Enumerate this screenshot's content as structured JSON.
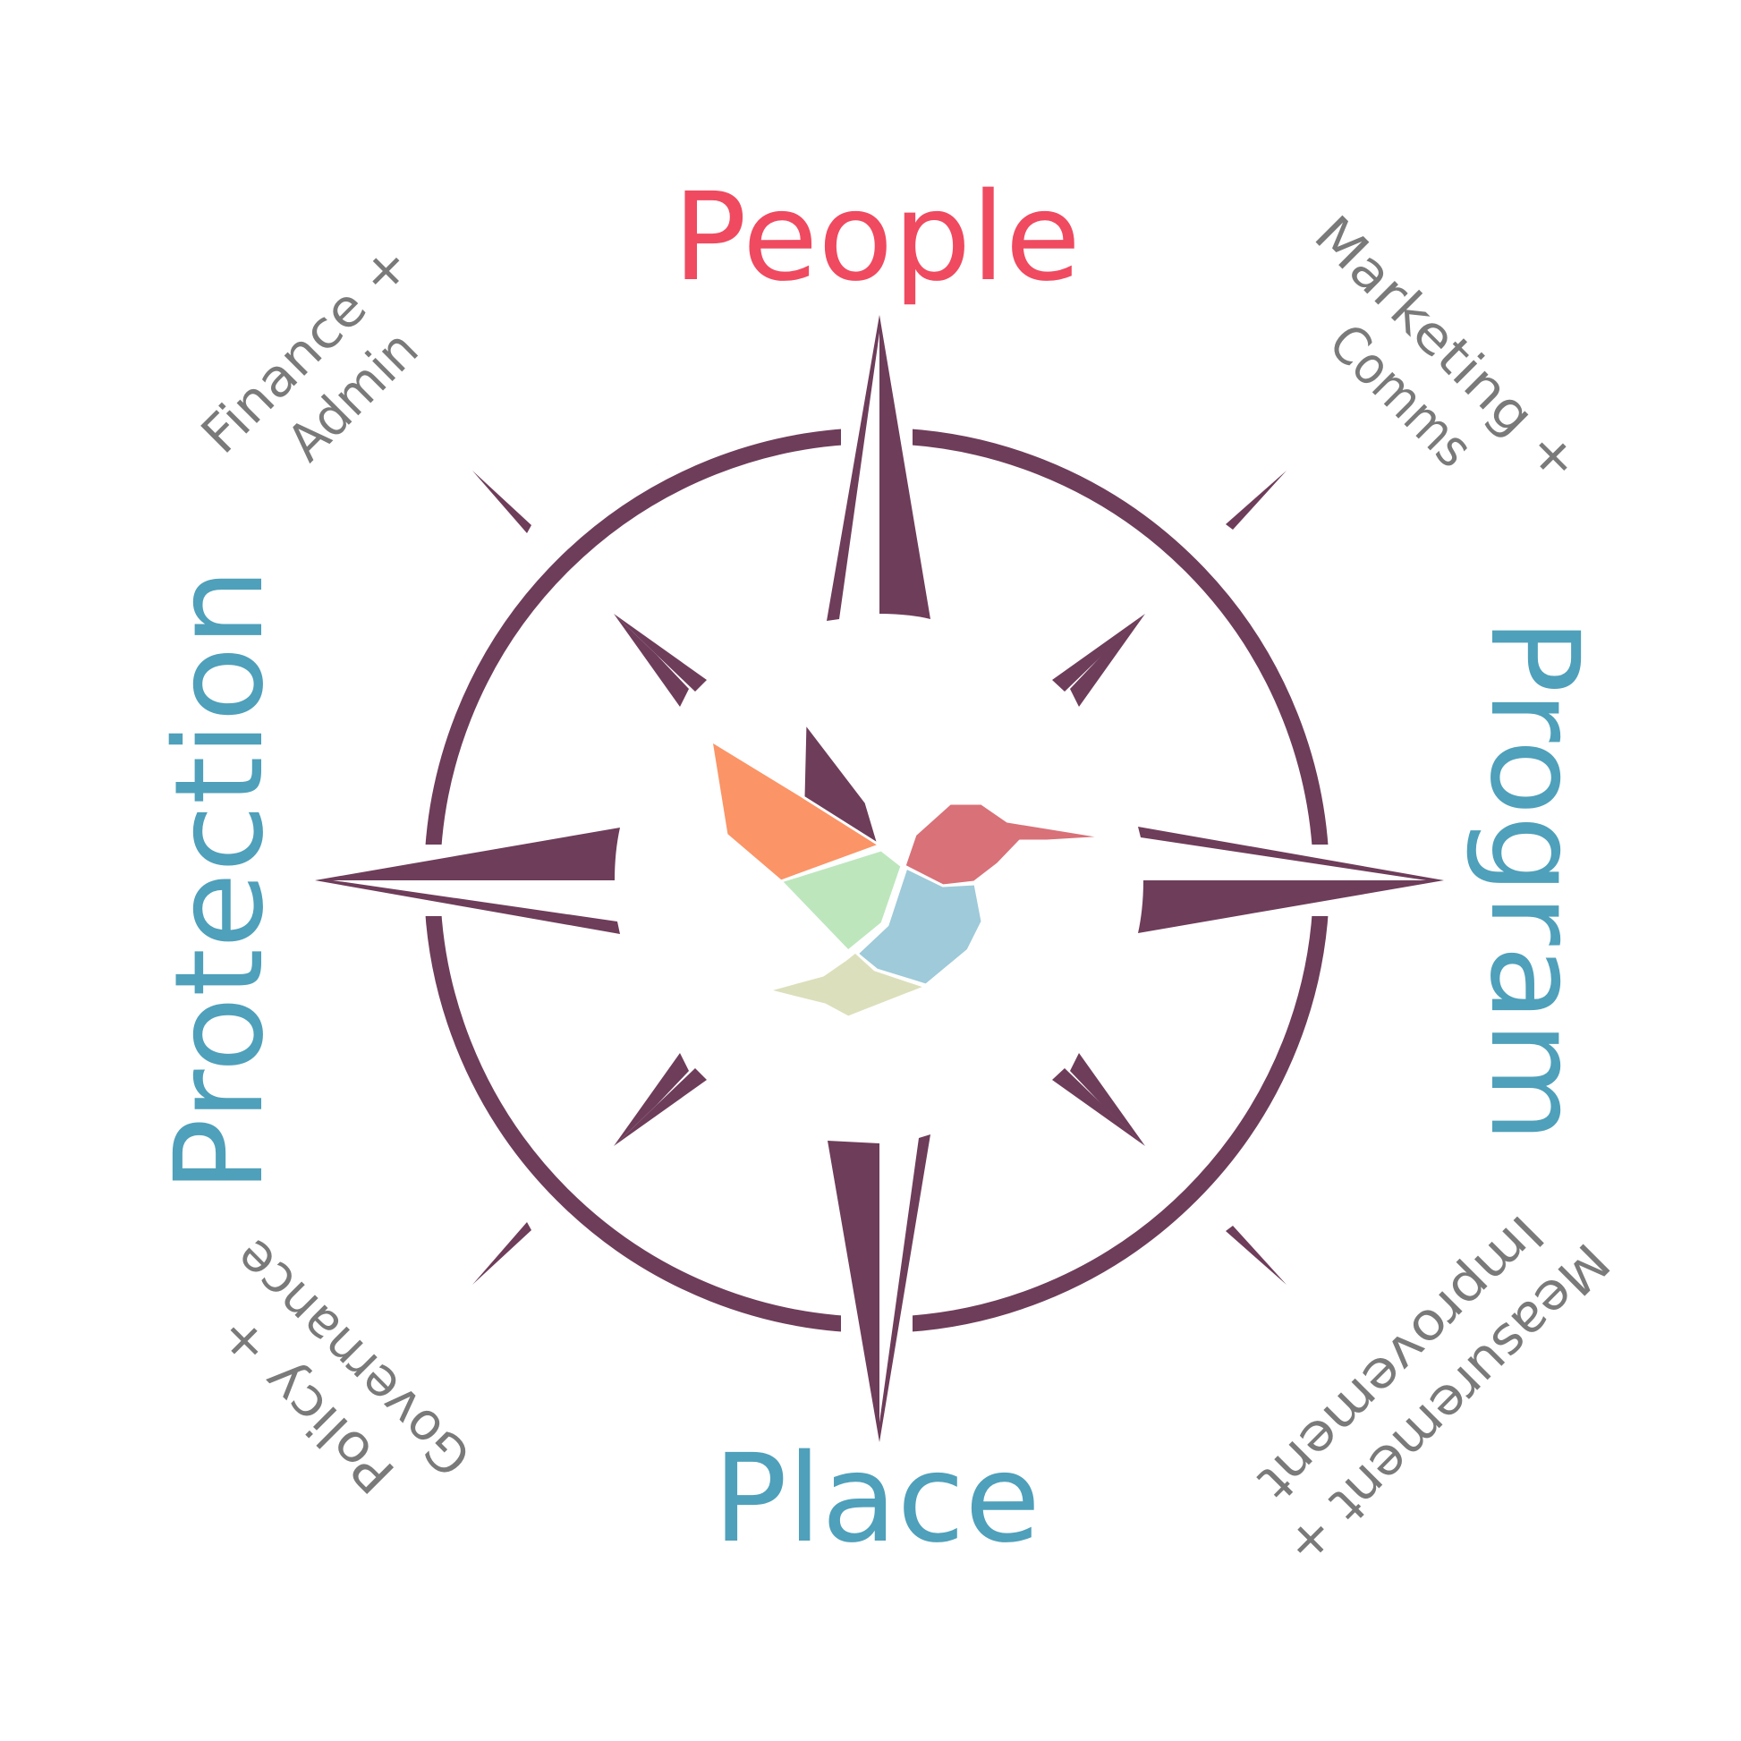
{
  "labels": {
    "north": "People",
    "east": "Program",
    "south": "Place",
    "west": "Protection",
    "northeast": [
      "Marketing +",
      "Comms"
    ],
    "northwest": [
      "Finance +",
      "Admin"
    ],
    "southeast": [
      "Measurement +",
      "Improvement"
    ],
    "southwest": [
      "Policy +",
      "Governance"
    ]
  },
  "colors": {
    "compass": "#6e3d5a",
    "north_label": "#ef4a60",
    "cardinal_label": "#4fa0ba",
    "secondary_label": "#7a7a7a",
    "bird_wing_back": "#fb9467",
    "bird_wing_front": "#bde6bd",
    "bird_head": "#d87178",
    "bird_body": "#9ecad9",
    "bird_tail": "#dcdfbb"
  },
  "icons": {
    "center": "hummingbird-icon",
    "frame": "compass-rose-icon"
  }
}
